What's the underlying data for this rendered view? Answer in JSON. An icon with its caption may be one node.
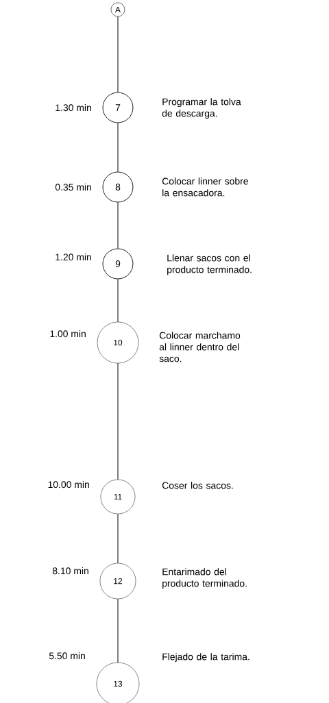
{
  "diagram": {
    "nodes": [
      {
        "text": [
          "A"
        ]
      },
      {
        "text": [
          "7"
        ],
        "beside": [
          "1.30 min",
          "Programar la tolva de descarga."
        ]
      },
      {
        "text": [
          "8"
        ],
        "beside": [
          "0.35 min",
          "Colocar linner sobre la ensacadora."
        ]
      },
      {
        "text": [
          "9"
        ],
        "beside": [
          "1.20 min",
          "Llenar sacos con el producto terminado."
        ]
      },
      {
        "text": [
          "10"
        ],
        "beside": [
          "1.00 min",
          "Colocar marchamo al linner dentro del saco."
        ]
      },
      {
        "text": [
          "11"
        ],
        "beside": [
          "10.00 min",
          "Coser los sacos."
        ]
      },
      {
        "text": [
          "12"
        ],
        "beside": [
          "8.10 min",
          "Entarimado del producto terminado."
        ]
      },
      {
        "text": [
          "13"
        ],
        "beside": [
          "5.50 min",
          "Flejado de la tarima."
        ]
      }
    ],
    "edges": [
      {
        "from": 0,
        "to": 1,
        "arrow": "none"
      },
      {
        "from": 1,
        "to": 2,
        "arrow": "none"
      },
      {
        "from": 2,
        "to": 3,
        "arrow": "none"
      },
      {
        "from": 3,
        "to": 4,
        "arrow": "none"
      },
      {
        "from": 4,
        "to": 5,
        "arrow": "none"
      },
      {
        "from": 5,
        "to": 6,
        "arrow": "none"
      },
      {
        "from": 6,
        "to": 7,
        "arrow": "none"
      }
    ]
  }
}
